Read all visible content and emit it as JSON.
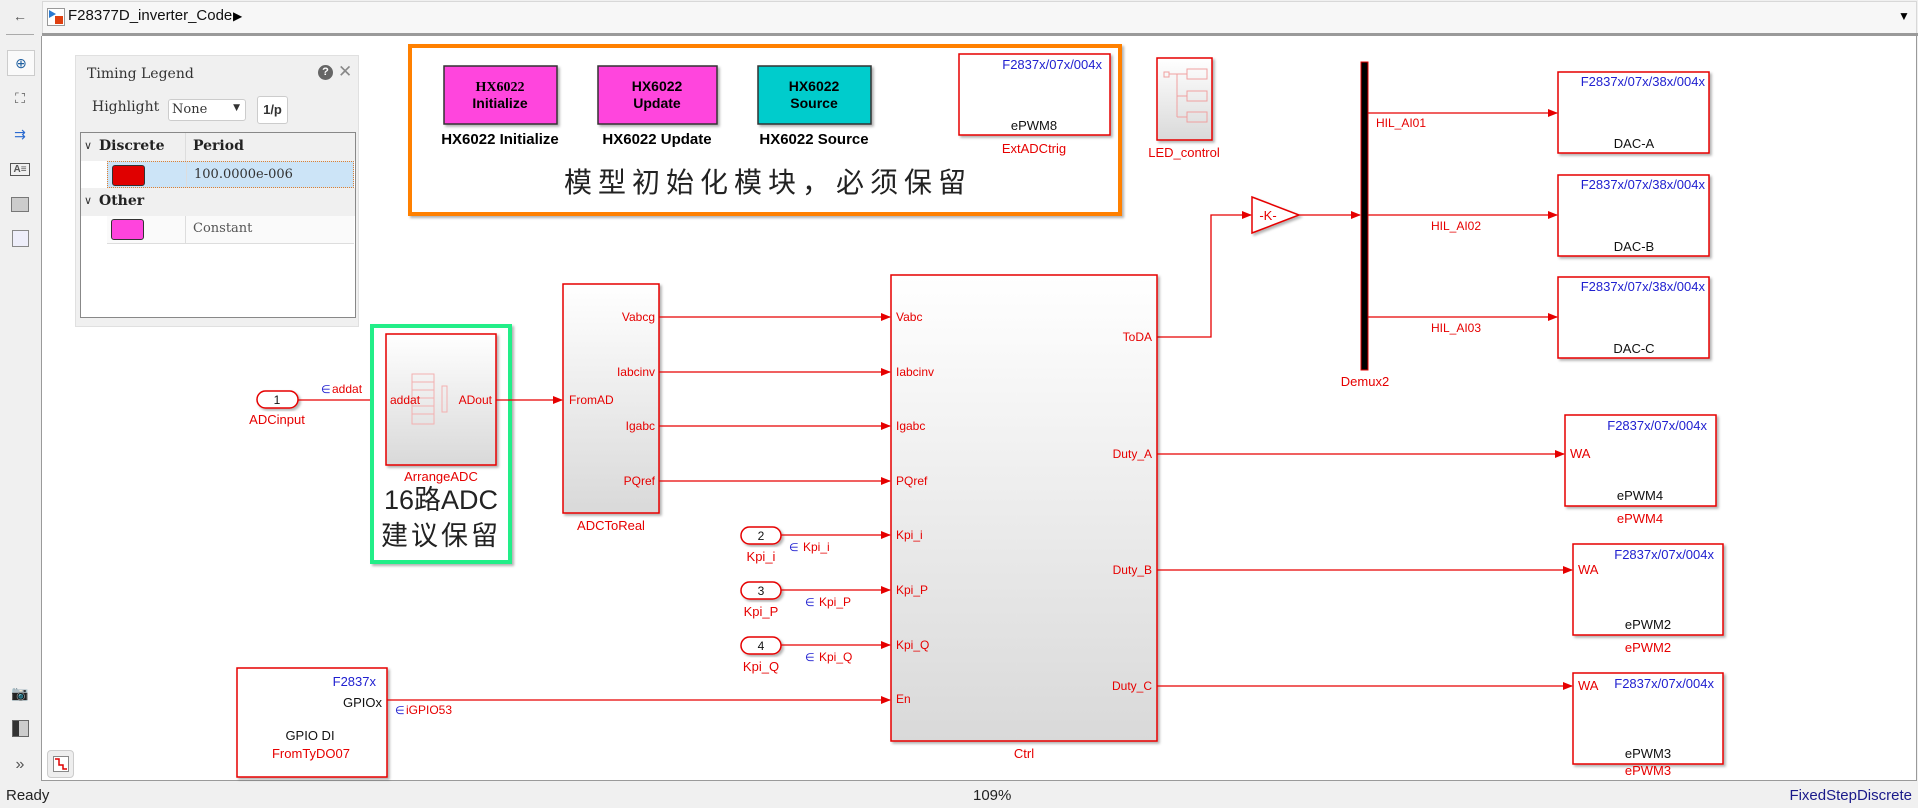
{
  "window": {
    "model_name": "F28377D_inverter_Code",
    "zoom_level": "109%",
    "status": "Ready",
    "solver": "FixedStepDiscrete"
  },
  "toolbar": {
    "items": [
      "back-icon",
      "zoom-icon",
      "fit-to-view-icon",
      "signal-routing-icon",
      "annotation-icon",
      "image-icon",
      "area-icon",
      "camera-icon",
      "model-browser-icon",
      "expand-chevron-icon"
    ]
  },
  "timing_legend": {
    "title": "Timing Legend",
    "highlight_label": "Highlight",
    "highlight_value": "None",
    "period_toggle_label": "1/p",
    "groups": [
      {
        "name": "Discrete",
        "column": "Period",
        "rows": [
          {
            "color": "#e00000",
            "value": "100.0000e-006"
          }
        ]
      },
      {
        "name": "Other",
        "rows": [
          {
            "color": "#ff44dd",
            "value": "Constant"
          }
        ]
      }
    ]
  },
  "init_area": {
    "blocks": [
      {
        "line1": "HX6022",
        "line2": "Initialize",
        "label": "HX6022 Initialize",
        "color": "#ff44dd"
      },
      {
        "line1": "HX6022",
        "line2": "Update",
        "label": "HX6022 Update",
        "color": "#ff44dd"
      },
      {
        "line1": "HX6022",
        "line2": "Source",
        "label": "HX6022 Source",
        "color": "#00cccc"
      }
    ],
    "note": "模型初始化模块，必须保留"
  },
  "blocks": {
    "ext_adc_trig": {
      "header": "F2837x/07x/004x",
      "body": "ePWM8",
      "name": "ExtADCtrig"
    },
    "led_control": {
      "name": "LED_control"
    },
    "gain": {
      "text": "-K-"
    },
    "demux": {
      "name": "Demux2"
    },
    "dacs": [
      {
        "header": "F2837x/07x/38x/004x",
        "body": "DAC-A",
        "signal": "HIL_AI01"
      },
      {
        "header": "F2837x/07x/38x/004x",
        "body": "DAC-B",
        "signal": "HIL_AI02"
      },
      {
        "header": "F2837x/07x/38x/004x",
        "body": "DAC-C",
        "signal": "HIL_AI03"
      }
    ],
    "adc_input": {
      "number": "1",
      "name": "ADCinput",
      "signal": "addat"
    },
    "arrange_adc": {
      "in": "addat",
      "out": "ADout",
      "name": "ArrangeADC",
      "note_line1": "16路ADC",
      "note_line2": "建议保留"
    },
    "adc_to_real": {
      "in": "FromAD",
      "outs": [
        "Vabcg",
        "Iabcinv",
        "Igabc",
        "PQref"
      ],
      "name": "ADCToReal"
    },
    "ctrl": {
      "name": "Ctrl",
      "ins": [
        "Vabc",
        "Iabcinv",
        "Igabc",
        "PQref",
        "Kpi_i",
        "Kpi_P",
        "Kpi_Q",
        "En"
      ],
      "outs": [
        "ToDA",
        "Duty_A",
        "Duty_B",
        "Duty_C"
      ]
    },
    "inports": [
      {
        "number": "2",
        "name": "Kpi_i",
        "signal": "Kpi_i"
      },
      {
        "number": "3",
        "name": "Kpi_P",
        "signal": "Kpi_P"
      },
      {
        "number": "4",
        "name": "Kpi_Q",
        "signal": "Kpi_Q"
      }
    ],
    "gpio": {
      "header": "F2837x",
      "port": "GPIOx",
      "body": "GPIO DI",
      "name": "FromTyDO07",
      "signal": "iGPIO53"
    },
    "pwms": [
      {
        "header": "F2837x/07x/004x",
        "port": "WA",
        "body": "ePWM4",
        "name": "ePWM4"
      },
      {
        "header": "F2837x/07x/004x",
        "port": "WA",
        "body": "ePWM2",
        "name": "ePWM2"
      },
      {
        "header": "F2837x/07x/004x",
        "port": "WA",
        "body": "ePWM3",
        "name": "ePWM3"
      }
    ]
  },
  "colors": {
    "signal": "#e60000",
    "library_blue": "#2020d0",
    "annotation_orange": "#ff8000",
    "annotation_green": "#22ee88"
  }
}
